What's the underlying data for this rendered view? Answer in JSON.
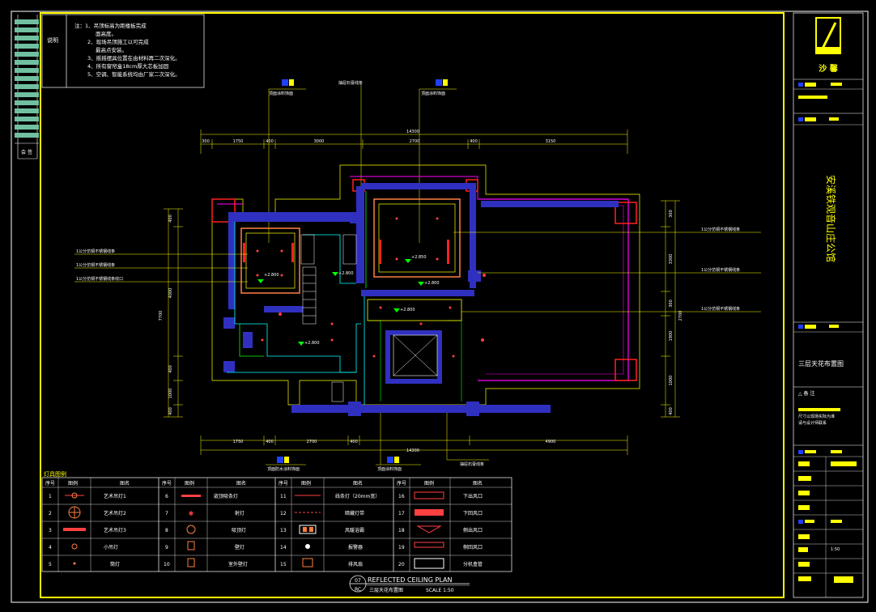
{
  "notes": {
    "label": "说明",
    "lines": [
      "注：1、吊顶标高为距楼板完成",
      "面高度。",
      "2、现场吊顶施工以可完成",
      "最高点安装。",
      "3、摇摇摆具位置在由材料再二次深化。",
      "4、所有窗帘盒18cm厚大芯板加固",
      "5、空调、智能系统均由厂家二次深化。"
    ]
  },
  "left_strip": {
    "label": "会 签"
  },
  "title_block": {
    "logo_text": "沙 馨",
    "project_name": "安溪铁观音山庄公馆",
    "drawing_name": "三层天花布置图",
    "notes_label": "△ 备 注",
    "remarks": [
      "尺寸以现场实际为准",
      "请与设计师联系"
    ],
    "scale": "1:50"
  },
  "dimensions": {
    "top_total": "14300",
    "top_segments": [
      "300",
      "1750",
      "400",
      "3000",
      "2700",
      "400",
      "3150"
    ],
    "bottom_total": "14300",
    "bottom_segments": [
      "1750",
      "400",
      "2700",
      "400",
      "4900"
    ],
    "left_segments": [
      "400",
      "4000",
      "400",
      "1000",
      "400"
    ],
    "left_total": "7700",
    "right_segments": [
      "300",
      "3300",
      "300",
      "1900",
      "1000",
      "400"
    ],
    "right_total": "2700"
  },
  "annotations": {
    "top_left": "顶面涂料饰面",
    "top_mid": "抽屉石膏线条",
    "top_right": "顶面涂料饰面",
    "left_1": "1公分仿铜不锈钢线条",
    "left_2": "1公分仿铜不锈钢线条",
    "left_3": "1公分仿铜不锈钢线条收口",
    "right_1": "1公分仿铜不锈钢线条",
    "right_2": "1公分仿铜不锈钢线条",
    "right_3": "1公分仿铜不锈钢线条",
    "bottom_1": "顶面防水涂料饰面",
    "bottom_2": "顶面涂料饰面",
    "bottom_3": "抽屉石膏线条",
    "elev_1": "+2.800",
    "elev_2": "+2.850",
    "elev_3": "+2.800",
    "elev_4": "+2.800",
    "elev_5": "+2.800",
    "elev_6": "+2.800"
  },
  "legend": {
    "title": "灯具图例",
    "headers": [
      "序号",
      "图例",
      "图名"
    ],
    "items": [
      {
        "no": "1",
        "name": "艺术吊灯1"
      },
      {
        "no": "2",
        "name": "艺术吊灯2"
      },
      {
        "no": "3",
        "name": "艺术吊灯3"
      },
      {
        "no": "4",
        "name": "小吊灯"
      },
      {
        "no": "5",
        "name": "筒灯"
      },
      {
        "no": "6",
        "name": "嵌顶吸条灯"
      },
      {
        "no": "7",
        "name": "射灯"
      },
      {
        "no": "8",
        "name": "吸顶灯"
      },
      {
        "no": "9",
        "name": "壁灯"
      },
      {
        "no": "10",
        "name": "室外壁灯"
      },
      {
        "no": "11",
        "name": "线条灯（20mm宽）"
      },
      {
        "no": "12",
        "name": "暗藏灯带"
      },
      {
        "no": "13",
        "name": "风暖浴霸"
      },
      {
        "no": "14",
        "name": "报警器"
      },
      {
        "no": "15",
        "name": "排风扇"
      },
      {
        "no": "16",
        "name": "下出风口"
      },
      {
        "no": "17",
        "name": "下回风口"
      },
      {
        "no": "18",
        "name": "侧出风口"
      },
      {
        "no": "19",
        "name": "侧回风口"
      },
      {
        "no": "20",
        "name": "分机盒管"
      }
    ]
  },
  "title_mark": {
    "number": "07",
    "code": "RC",
    "english": "REFLECTED CEILING PLAN",
    "chinese": "三层天花布置图",
    "scale": "SCALE 1:50"
  },
  "colors": {
    "frame": "#ffff00",
    "wall": "#3030c0",
    "magenta": "#ff00ff",
    "red": "#ff2020",
    "cyan": "#00ffff",
    "green": "#00ff00",
    "orange": "#ff8040"
  }
}
